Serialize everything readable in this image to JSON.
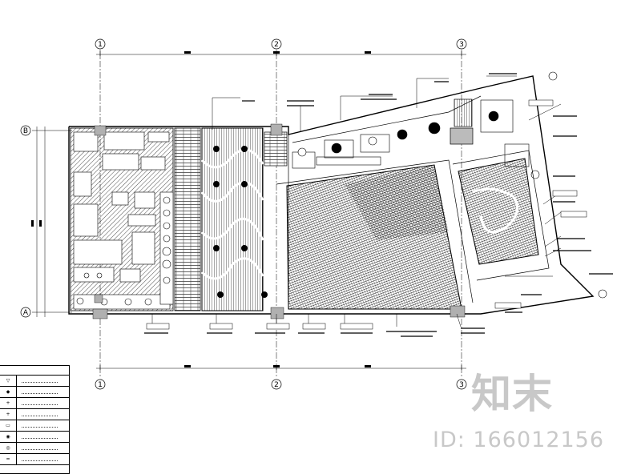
{
  "grid_axes": {
    "cols": [
      "1",
      "2",
      "3"
    ],
    "rows": [
      "B",
      "A"
    ]
  },
  "watermark": {
    "logo": "知末",
    "id_text": "ID: 166012156"
  },
  "legend": {
    "symbols": [
      "▽",
      "◆",
      "+",
      "+",
      "▭",
      "◉",
      "◎",
      "━"
    ]
  },
  "colors": {
    "line": "#000000",
    "hatch": "#000000",
    "column": "#b0b0b0",
    "watermark": "#c8c8c8"
  }
}
